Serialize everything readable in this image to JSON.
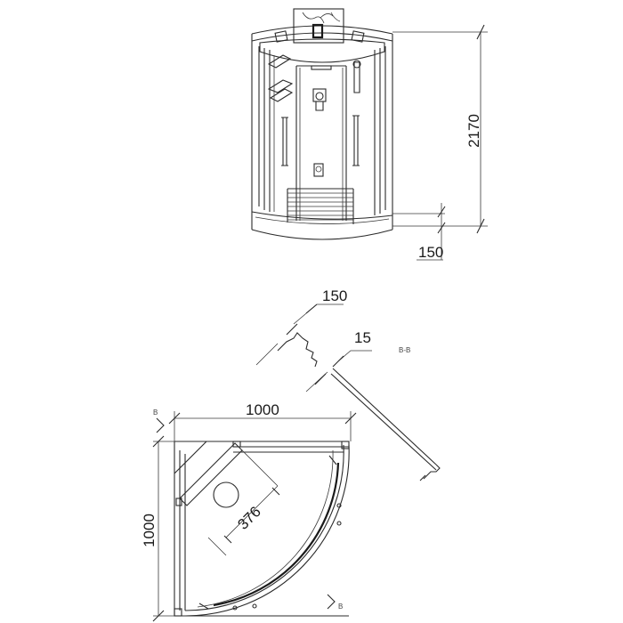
{
  "dimensions": {
    "height": "2170",
    "tray_height": "150",
    "width": "1000",
    "depth": "1000",
    "drain": "376",
    "section_tray": "150",
    "section_glass": "15"
  },
  "section_marks": {
    "section_label": "B-B",
    "mark_left": "B",
    "mark_bottom": "B"
  }
}
